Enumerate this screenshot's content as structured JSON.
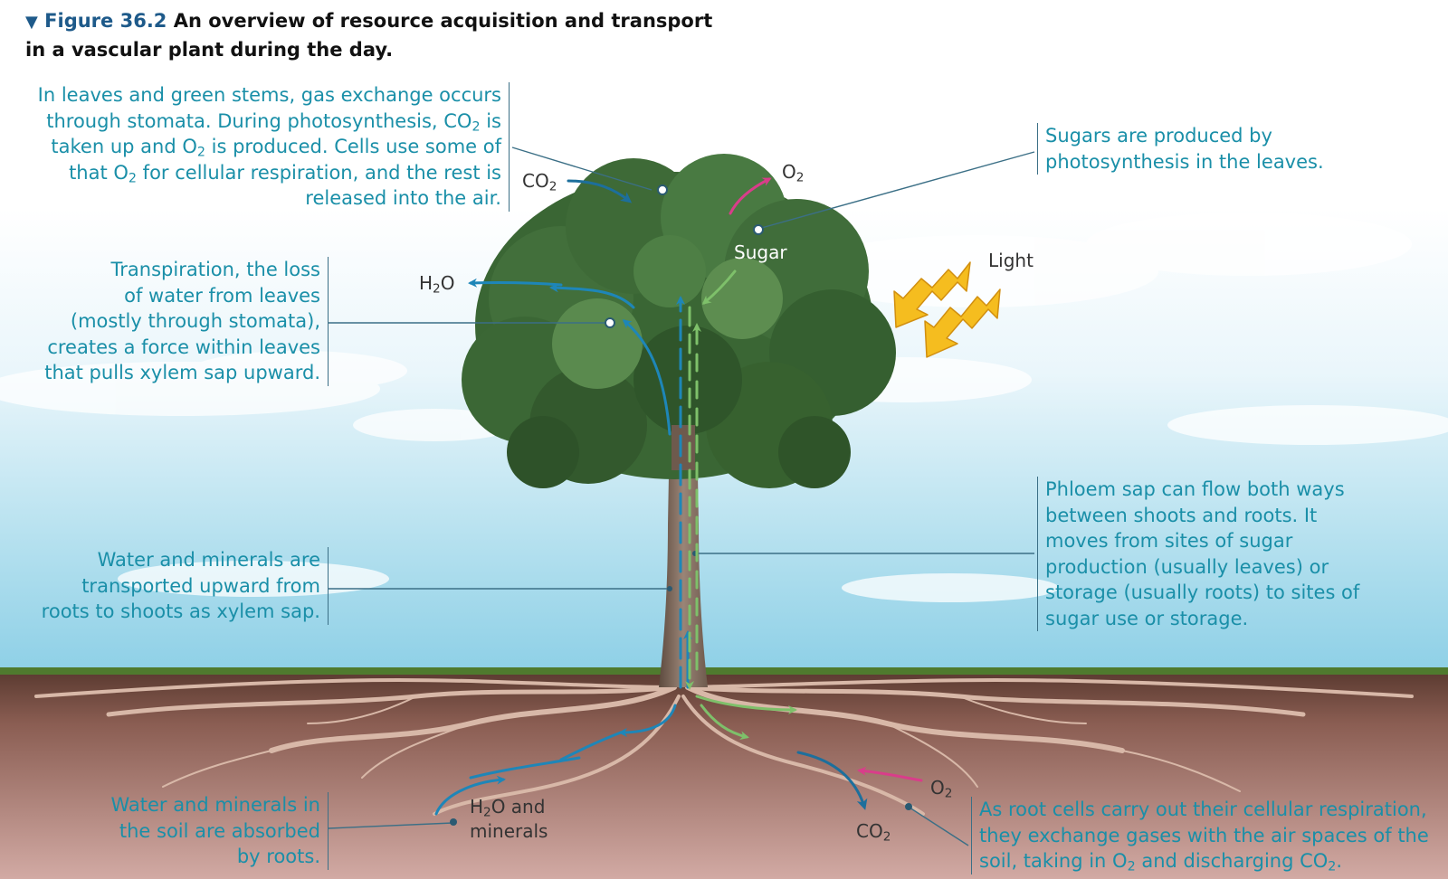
{
  "figure": {
    "arrow_glyph": "▼",
    "number": "Figure 36.2",
    "title_line1": "An overview of resource acquisition and transport",
    "title_line2": "in a vascular plant during the day."
  },
  "callouts": {
    "gas_exchange": [
      [
        "In leaves and green stems, gas exchange occurs"
      ],
      [
        "through stomata. During photosynthesis, CO",
        "2",
        " is"
      ],
      [
        "taken up and O",
        "2",
        " is produced. Cells use some of"
      ],
      [
        "that O",
        "2",
        " for cellular respiration, and the rest is"
      ],
      [
        "released into the air."
      ]
    ],
    "transpiration": [
      [
        "Transpiration, the loss"
      ],
      [
        "of water from leaves"
      ],
      [
        "(mostly through stomata),"
      ],
      [
        "creates a force within leaves"
      ],
      [
        "that pulls xylem sap upward."
      ]
    ],
    "xylem": [
      [
        "Water and minerals are"
      ],
      [
        "transported upward from"
      ],
      [
        "roots to shoots as xylem sap."
      ]
    ],
    "roots_absorb": [
      [
        "Water and minerals in"
      ],
      [
        "the soil are absorbed"
      ],
      [
        "by roots."
      ]
    ],
    "sugars": [
      [
        "Sugars are produced by"
      ],
      [
        "photosynthesis in the leaves."
      ]
    ],
    "phloem": [
      [
        "Phloem sap can flow both ways"
      ],
      [
        "between shoots and roots. It"
      ],
      [
        "moves from sites of sugar"
      ],
      [
        "production (usually leaves) or"
      ],
      [
        "storage (usually roots) to sites of"
      ],
      [
        "sugar use or storage."
      ]
    ],
    "root_respiration": [
      [
        "As root cells carry out their cellular respiration,"
      ],
      [
        "they exchange gases with the air spaces of the"
      ],
      [
        "soil, taking in O",
        "2",
        " and discharging CO",
        "2",
        "."
      ]
    ]
  },
  "labels": {
    "co2_top": [
      [
        "CO",
        "2"
      ]
    ],
    "o2_top": [
      [
        "O",
        "2"
      ]
    ],
    "sugar": [
      [
        "Sugar"
      ]
    ],
    "light": [
      [
        "Light"
      ]
    ],
    "h2o_leaf": [
      [
        "H",
        "2",
        "O"
      ]
    ],
    "h2o_minerals": [
      [
        "H",
        "2",
        "O and"
      ],
      [
        "minerals"
      ]
    ],
    "o2_soil": [
      [
        "O",
        "2"
      ]
    ],
    "co2_soil": [
      [
        "CO",
        "2"
      ]
    ]
  },
  "colors": {
    "callout_text": "#1a8fa8",
    "xylem_arrow": "#1e86b8",
    "phloem_arrow": "#7ec06a",
    "o2_arrow": "#d93d8a",
    "light_bolt": "#f5bd1f",
    "sky_top": "#ffffff",
    "sky_bottom": "#8ccfe6",
    "soil": "#a87a70",
    "foliage": "#3f6f3a"
  },
  "icons": [
    "light-bolt-icon",
    "light-bolt-icon"
  ]
}
